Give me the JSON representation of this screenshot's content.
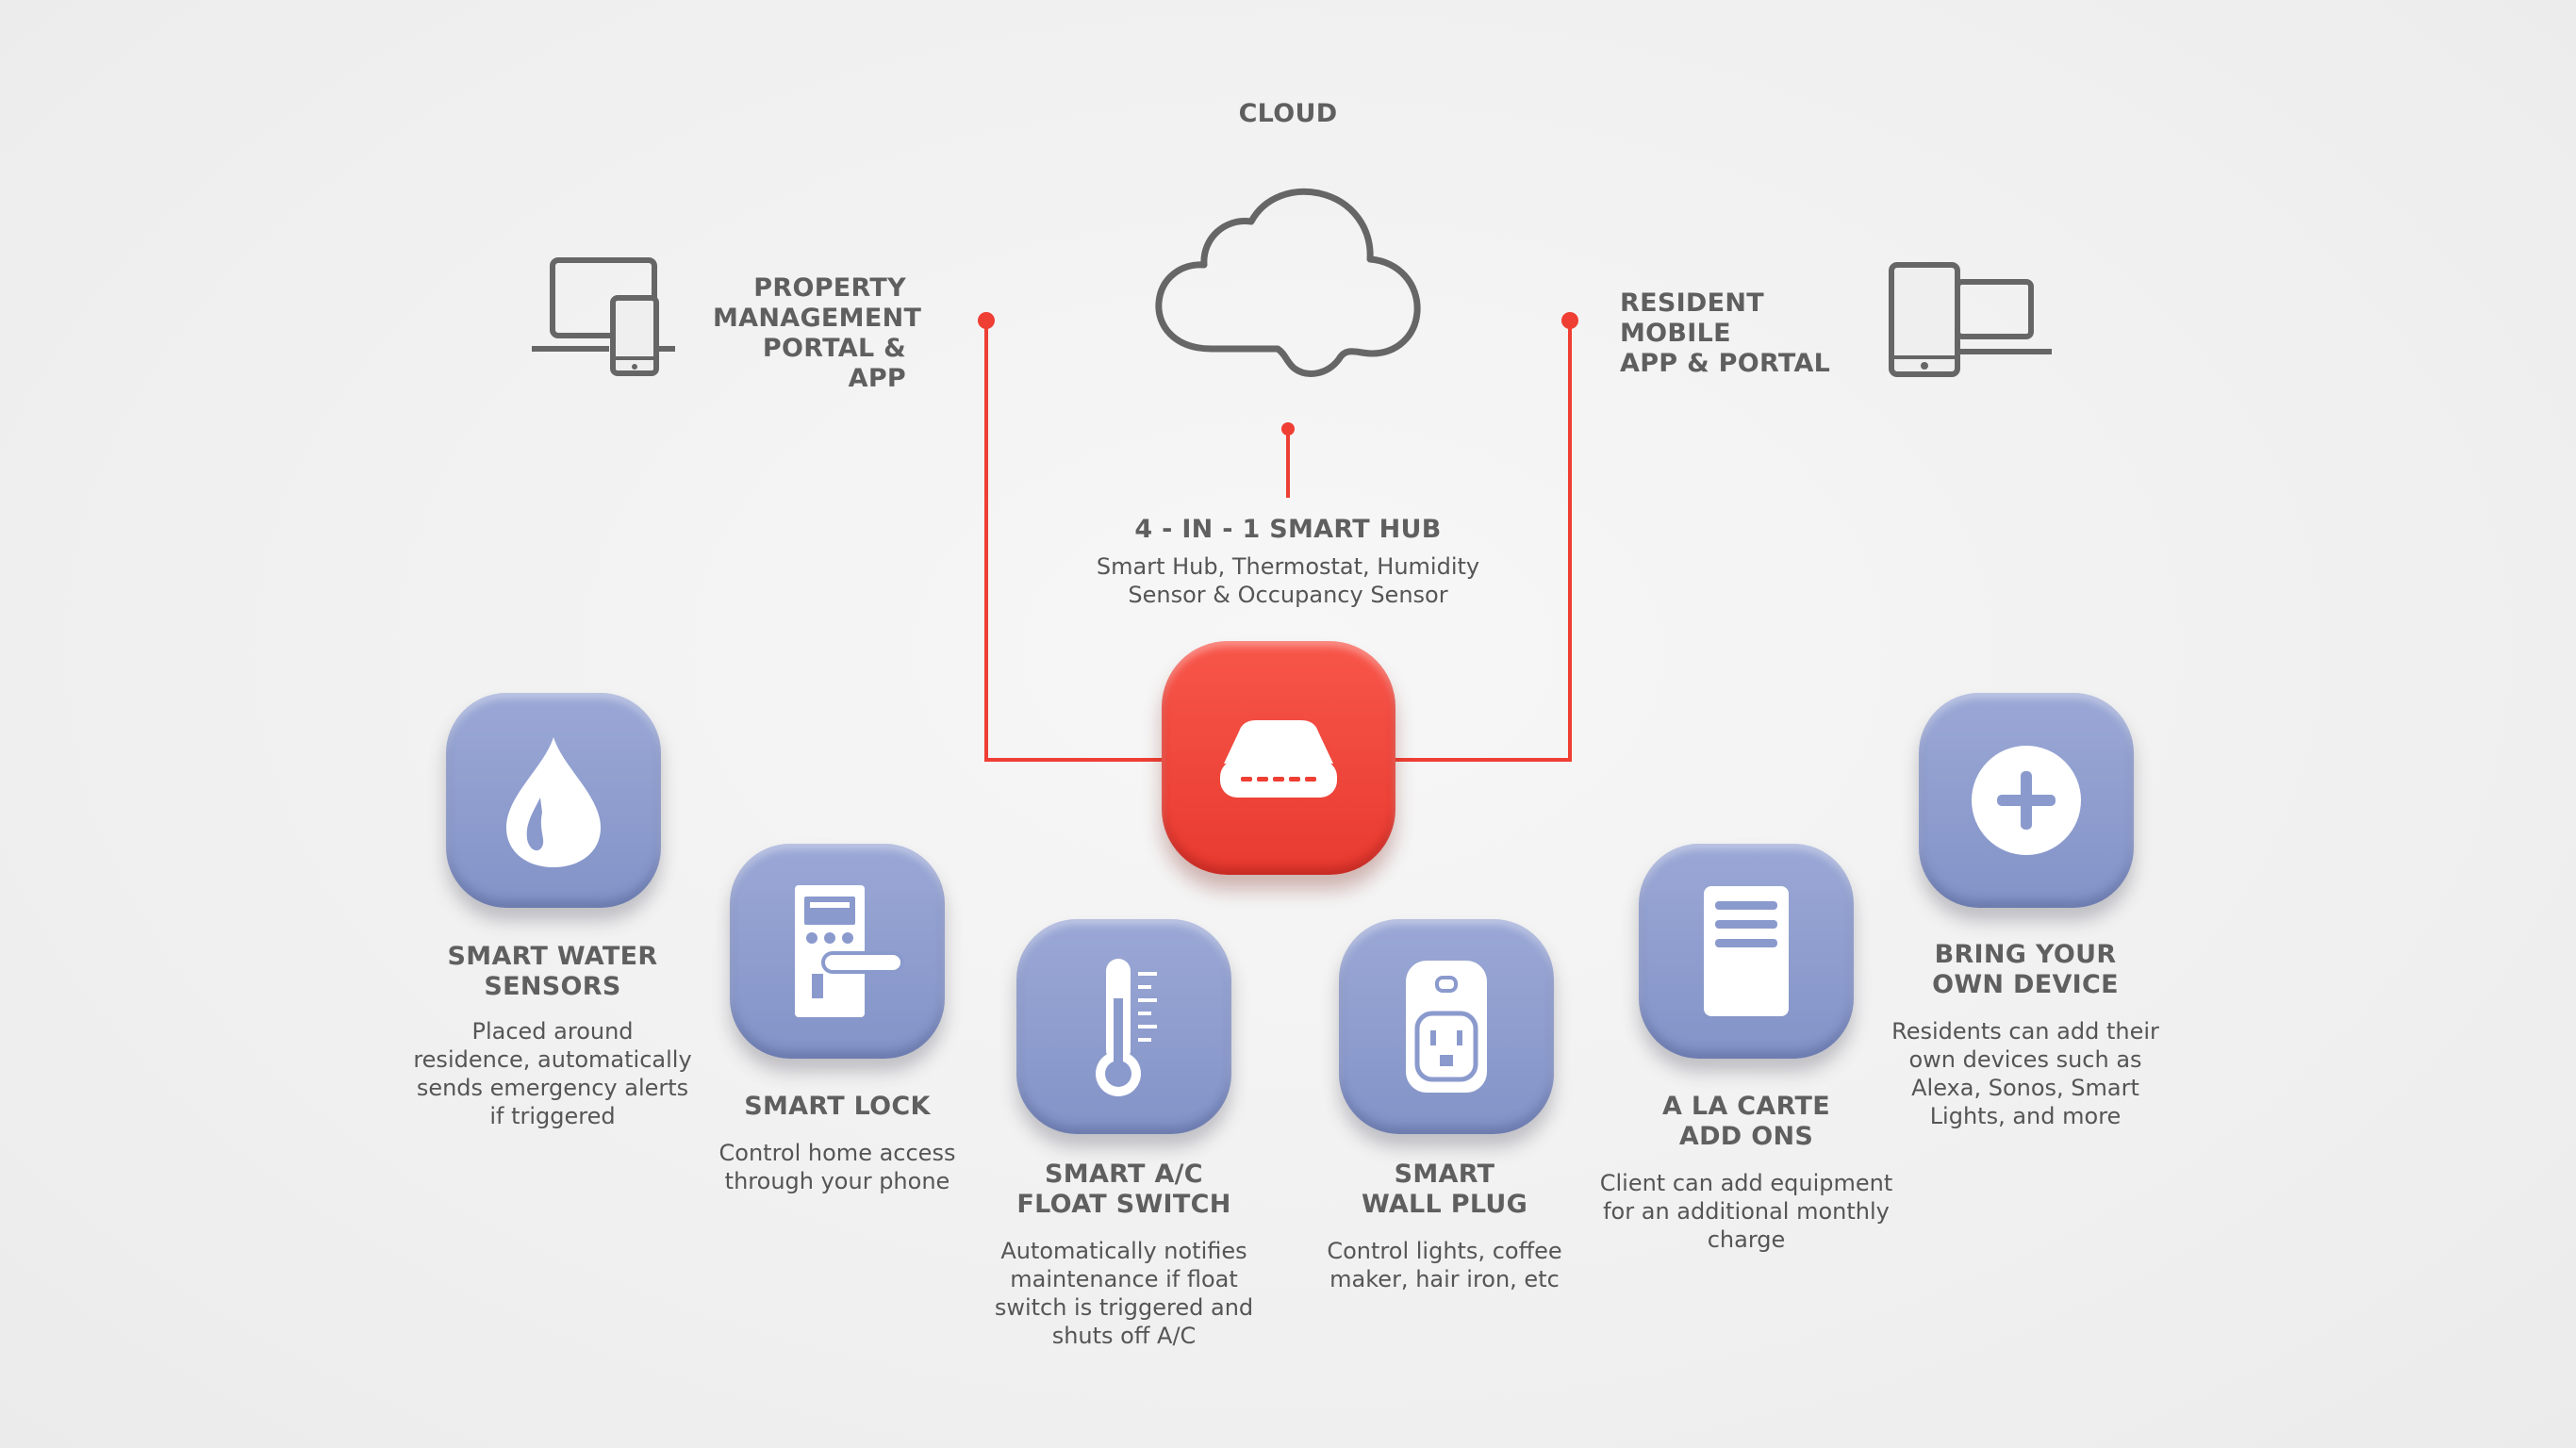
{
  "cloud": {
    "label": "CLOUD"
  },
  "property": {
    "label_lines": [
      "PROPERTY",
      "MANAGEMENT",
      "PORTAL & APP"
    ]
  },
  "resident": {
    "label_lines": [
      "RESIDENT MOBILE",
      "APP & PORTAL"
    ]
  },
  "hub": {
    "title": "4 - IN - 1  SMART HUB",
    "desc_lines": [
      "Smart Hub, Thermostat, Humidity",
      "Sensor & Occupancy Sensor"
    ]
  },
  "devices": {
    "water": {
      "title_lines": [
        "SMART WATER",
        "SENSORS"
      ],
      "desc_lines": [
        "Placed around",
        "residence, automatically",
        "sends emergency alerts",
        "if triggered"
      ]
    },
    "lock": {
      "title_lines": [
        "SMART LOCK"
      ],
      "desc_lines": [
        "Control home access",
        "through your phone"
      ]
    },
    "ac": {
      "title_lines": [
        "SMART A/C",
        "FLOAT SWITCH"
      ],
      "desc_lines": [
        "Automatically notifies",
        "maintenance if float",
        "switch is triggered and",
        "shuts off A/C"
      ]
    },
    "plug": {
      "title_lines": [
        "SMART",
        "WALL PLUG"
      ],
      "desc_lines": [
        "Control lights, coffee",
        "maker, hair iron, etc"
      ]
    },
    "carte": {
      "title_lines": [
        "A LA CARTE",
        "ADD ONS"
      ],
      "desc_lines": [
        "Client can add equipment",
        "for an additional monthly",
        "charge"
      ]
    },
    "byod": {
      "title_lines": [
        "BRING YOUR",
        "OWN DEVICE"
      ],
      "desc_lines": [
        "Residents can add their",
        "own devices such as",
        "Alexa, Sonos, Smart",
        "Lights, and more"
      ]
    }
  },
  "colors": {
    "accent_red": "#ef3e33",
    "tile_blue": "#8b9acd",
    "icon_gray": "#666666",
    "text_gray": "#555555"
  }
}
